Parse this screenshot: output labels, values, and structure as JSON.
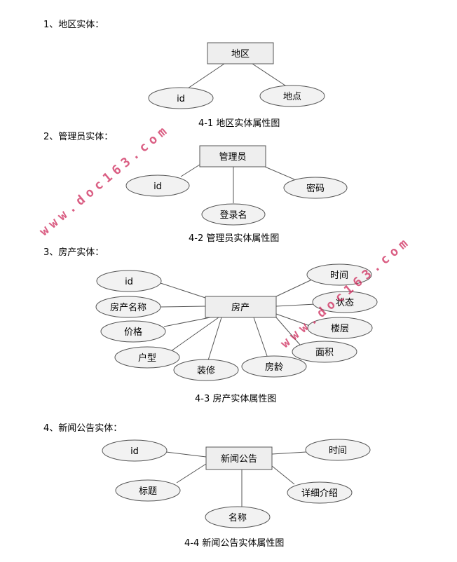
{
  "sections": {
    "s1": "1、地区实体：",
    "s2": "2、管理员实体：",
    "s3": "3、房产实体：",
    "s4": "4、新闻公告实体："
  },
  "captions": {
    "c1": "4-1 地区实体属性图",
    "c2": "4-2 管理员实体属性图",
    "c3": "4-3 房产实体属性图",
    "c4": "4-4 新闻公告实体属性图"
  },
  "diagrams": {
    "region": {
      "entity": "地区",
      "attrs": [
        "id",
        "地点"
      ]
    },
    "admin": {
      "entity": "管理员",
      "attrs": [
        "id",
        "登录名",
        "密码"
      ]
    },
    "house": {
      "entity": "房产",
      "attrs": [
        "id",
        "房产名称",
        "价格",
        "户型",
        "装修",
        "房龄",
        "面积",
        "楼层",
        "状态",
        "时间"
      ]
    },
    "news": {
      "entity": "新闻公告",
      "attrs": [
        "id",
        "标题",
        "名称",
        "详细介绍",
        "时间"
      ]
    }
  },
  "watermark": "www.doc163.com",
  "colors": {
    "box_fill": "#eeeeee",
    "ellipse_fill": "#f2f2f2",
    "stroke": "#555555",
    "watermark": "#cd285a"
  }
}
